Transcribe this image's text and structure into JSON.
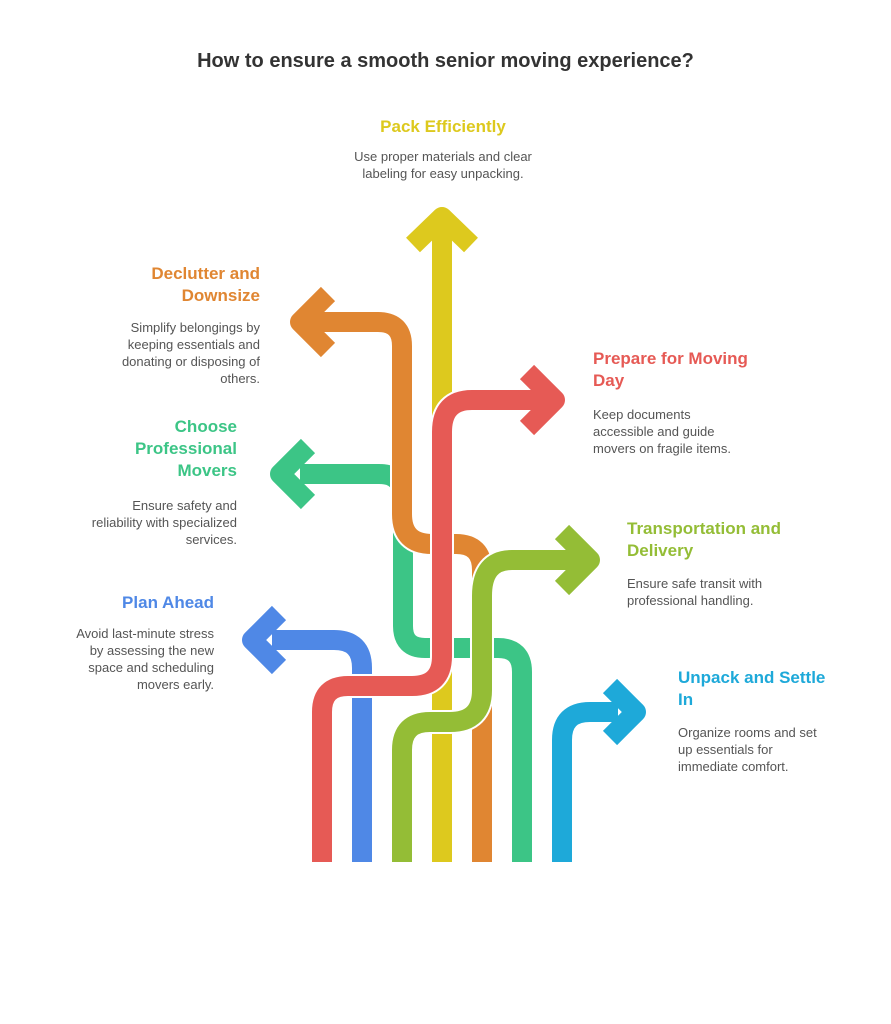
{
  "title": "How to ensure a smooth senior moving experience?",
  "steps": [
    {
      "id": "pack",
      "label_lines": [
        "Pack Efficiently"
      ],
      "desc_lines": [
        "Use proper materials and clear",
        "labeling for easy unpacking."
      ],
      "color": "#DDC91E"
    },
    {
      "id": "declutter",
      "label_lines": [
        "Declutter and",
        "Downsize"
      ],
      "desc_lines": [
        "Simplify belongings by",
        "keeping essentials and",
        "donating or disposing of",
        "others."
      ],
      "color": "#E08632"
    },
    {
      "id": "prepare",
      "label_lines": [
        "Prepare for Moving",
        "Day"
      ],
      "desc_lines": [
        "Keep documents",
        "accessible and guide",
        "movers on fragile items."
      ],
      "color": "#E65A55"
    },
    {
      "id": "movers",
      "label_lines": [
        "Choose",
        "Professional",
        "Movers"
      ],
      "desc_lines": [
        "Ensure safety and",
        "reliability with specialized",
        "services."
      ],
      "color": "#3CC586"
    },
    {
      "id": "transport",
      "label_lines": [
        "Transportation and",
        "Delivery"
      ],
      "desc_lines": [
        "Ensure safe transit with",
        "professional handling."
      ],
      "color": "#94BD36"
    },
    {
      "id": "plan",
      "label_lines": [
        "Plan Ahead"
      ],
      "desc_lines": [
        "Avoid last-minute stress",
        "by assessing the new",
        "space and scheduling",
        "movers early."
      ],
      "color": "#4F88E6"
    },
    {
      "id": "unpack",
      "label_lines": [
        "Unpack and Settle",
        "In"
      ],
      "desc_lines": [
        "Organize rooms and set",
        "up essentials for",
        "immediate comfort."
      ],
      "color": "#1EA9D9"
    }
  ]
}
